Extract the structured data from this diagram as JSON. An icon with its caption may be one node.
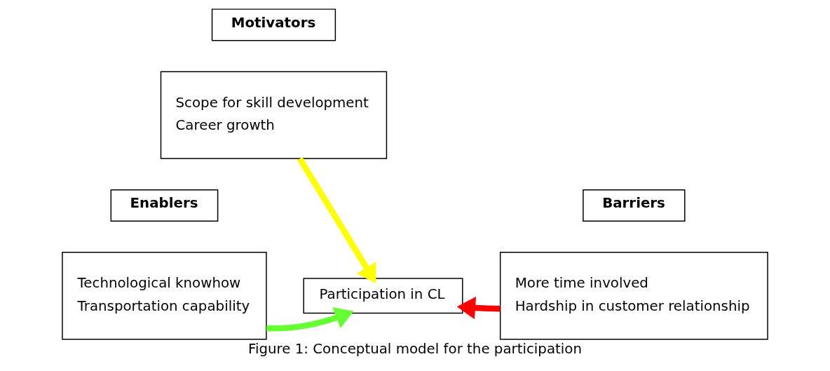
{
  "diagram": {
    "caption": "Figure 1: Conceptual model for the participation",
    "nodes": [
      {
        "text": [
          "Motivators"
        ]
      },
      {
        "text": [
          "Scope for skill development",
          "Career growth"
        ]
      },
      {
        "text": [
          "Enablers"
        ]
      },
      {
        "text": [
          "Technological knowhow",
          "Transportation capability"
        ]
      },
      {
        "text": [
          "Barriers"
        ]
      },
      {
        "text": [
          "More time involved",
          "Hardship in customer relationship"
        ]
      },
      {
        "text": [
          "Participation in CL"
        ]
      }
    ],
    "edges": [
      {
        "from": 1,
        "to": 6,
        "arrow": "to",
        "color": "#ffff00"
      },
      {
        "from": 3,
        "to": 6,
        "arrow": "to",
        "color": "#66ff33"
      },
      {
        "from": 5,
        "to": 6,
        "arrow": "to",
        "color": "#ff0000"
      }
    ]
  }
}
